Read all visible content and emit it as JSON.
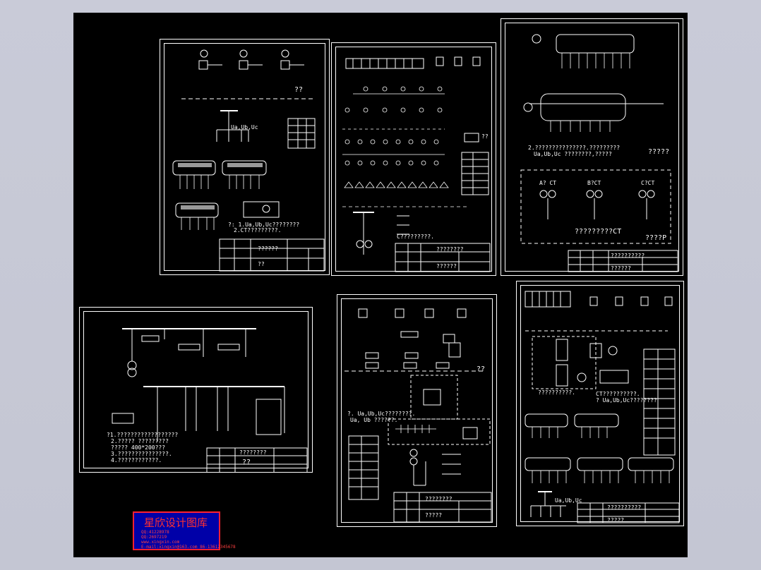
{
  "viewer": {
    "background_color": "#c8cad6",
    "canvas_color": "#000000",
    "line_color": "#ffffff"
  },
  "sheets": {
    "s1": {
      "mark": "??",
      "note_lines": [
        "?: 1.Ua,Ub,Uc????????",
        "2.CT?????????."
      ],
      "bus_label": "Ua,Ub,Uc",
      "tb_title": "??",
      "tb_text": "??????"
    },
    "s2": {
      "mark": "??",
      "note": "C?????????.",
      "tb_text": "????????",
      "tb_sub": "??????"
    },
    "s3": {
      "note": "2.???????????????.?????????",
      "note2": "Ua,Ub,Uc ????????,?????",
      "mark_right": "?????",
      "labels": [
        "A? CT",
        "B?CT",
        "C?CT"
      ],
      "ct_note": "?????????CT",
      "mark_bottom": "????P",
      "tb_title": "??????????",
      "tb_sub": "??????"
    },
    "s4": {
      "notes": [
        "?1.??????????????????",
        "2.????? ?????????",
        "  ????? 400*200???",
        "3.???????????????.",
        "4.????????????."
      ],
      "tb_title": "????????",
      "tb_sub": "??"
    },
    "s5": {
      "mark": "??",
      "note": "?. Ua,Ub,Uc????????.",
      "note2": "Ua, Ub ??????.",
      "tb_title": "????????",
      "tb_sub": "?????"
    },
    "s6": {
      "note": "??????????.",
      "ct_note": "CT??????????.",
      "note2": "? Ua,Ub,Uc????????",
      "bus_label": "Ua,Ub,Uc",
      "tb_title": "??????????",
      "tb_sub": "?????"
    }
  },
  "stamp": {
    "title": "星欣设计图库",
    "line1": "QQ:41228978",
    "line2": "QQ:2697219",
    "line3": "www.xingxin.com",
    "line4": "E-mail:xingxin@163.com 86-13612345678",
    "border_color": "#ff2030",
    "fill_color": "#0000a8"
  }
}
